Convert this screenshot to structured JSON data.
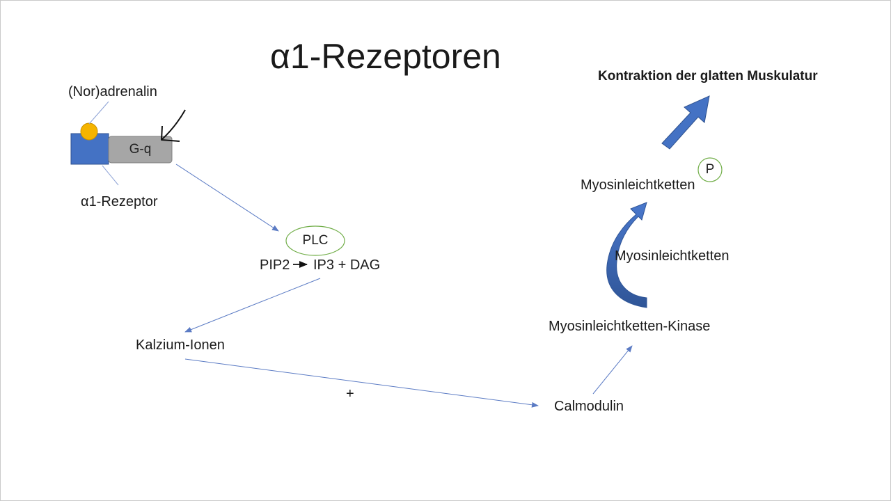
{
  "title": "α1-Rezeptoren",
  "labels": {
    "ligand": "(Nor)adrenalin",
    "gq": "G-q",
    "receptor": "α1-Rezeptor",
    "plc": "PLC",
    "reaction_left": "PIP2",
    "reaction_right": "IP3 + DAG",
    "calcium": "Kalzium-Ionen",
    "plus": "+",
    "calmodulin": "Calmodulin",
    "mlck": "Myosinleichtketten-Kinase",
    "ml_chains_mid": "Myosinleichtketten",
    "ml_chains_top": "Myosinleichtketten",
    "phosphate": "P",
    "contraction": "Kontraktion der glatten Muskulatur"
  },
  "colors": {
    "receptor_blue": "#4472c4",
    "ligand_yellow": "#f5b400",
    "gq_gray": "#a6a6a6",
    "connector_blue": "#5b7bc4",
    "circle_green": "#70ad47",
    "arrow_blue": "#4472c4"
  }
}
